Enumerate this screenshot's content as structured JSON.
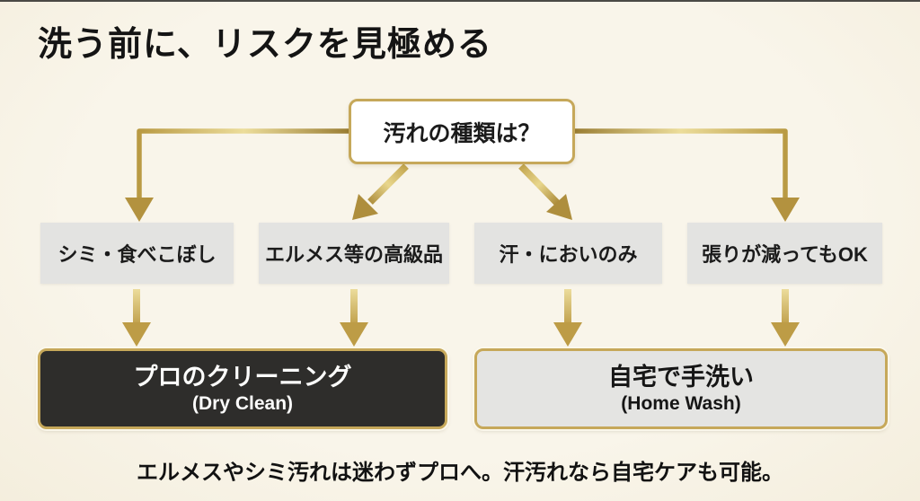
{
  "page": {
    "title": "洗う前に、リスクを見極める",
    "caption": "エルメスやシミ汚れは迷わずプロへ。汗汚れなら自宅ケアも可能。"
  },
  "flowchart": {
    "root": {
      "label": "汚れの種類は？"
    },
    "branches": [
      {
        "label": "シミ・食べこぼし"
      },
      {
        "label": "エルメス等の高級品"
      },
      {
        "label": "汗・においのみ"
      },
      {
        "label": "張りが減ってもOK"
      }
    ],
    "outcomes": [
      {
        "label": "プロのクリーニング",
        "sublabel": "(Dry Clean)"
      },
      {
        "label": "自宅で手洗い",
        "sublabel": "(Home Wash)"
      }
    ],
    "colors": {
      "background": "#f8f3e8",
      "gold": "#bd9c46",
      "gold_light": "#ecdd9b",
      "gold_dark": "#9a7d33",
      "branch_box": "#e3e3e1",
      "outcome_dark_box": "#2e2d2b",
      "outcome_light_box": "#e4e4e2",
      "root_box": "#ffffff",
      "text": "#141414"
    }
  }
}
